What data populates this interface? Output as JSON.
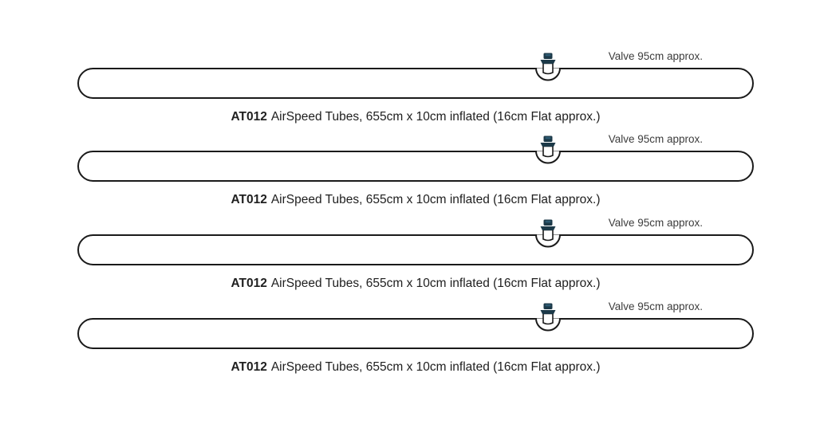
{
  "colors": {
    "background": "#ffffff",
    "tube_outline": "#1a1a1a",
    "valve_dark": "#1c3948",
    "valve_highlight": "#2d5a72",
    "caption_text": "#202020",
    "label_text": "#3c3c3c"
  },
  "rows": [
    {
      "valve_label": "Valve 95cm approx.",
      "product_code": "AT012",
      "description": "AirSpeed Tubes, 655cm x 10cm inflated (16cm Flat approx.)"
    },
    {
      "valve_label": "Valve 95cm approx.",
      "product_code": "AT012",
      "description": "AirSpeed Tubes, 655cm x 10cm inflated (16cm Flat approx.)"
    },
    {
      "valve_label": "Valve 95cm approx.",
      "product_code": "AT012",
      "description": "AirSpeed Tubes, 655cm x 10cm inflated (16cm Flat approx.)"
    },
    {
      "valve_label": "Valve 95cm approx.",
      "product_code": "AT012",
      "description": "AirSpeed Tubes, 655cm x 10cm inflated (16cm Flat approx.)"
    }
  ]
}
